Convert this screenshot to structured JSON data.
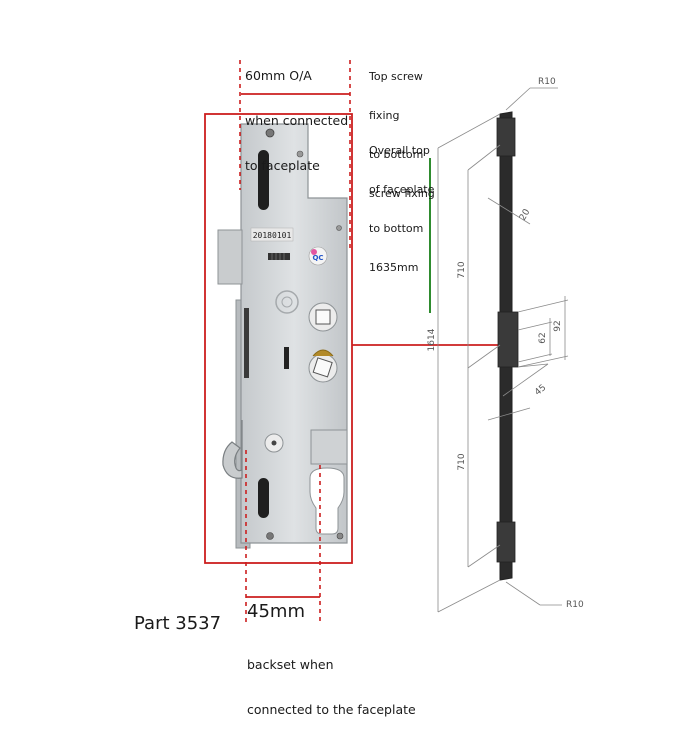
{
  "annotations": {
    "overall_width_line1": "60mm O/A",
    "overall_width_line2": "when connected",
    "overall_width_line3": "to faceplate",
    "screw_fixing_line1": "Top screw",
    "screw_fixing_line2": "fixing",
    "screw_fixing_line3": "to bottom",
    "screw_fixing_line4": "screw fixing",
    "overall_length_line1": "Overall top",
    "overall_length_line2": "of faceplate",
    "overall_length_line3": "to bottom",
    "overall_length_line4": "1635mm",
    "part_number": "Part 3537",
    "backset_value": "45mm",
    "backset_line1": "backset when",
    "backset_line2": "connected to the faceplate"
  },
  "lock_case": {
    "date_stamp": "20180101",
    "qc_badge": "QC"
  },
  "drawing": {
    "radius_top": "R10",
    "radius_bottom": "R10",
    "dim_overall": "1614",
    "dim_upper_span": "710",
    "dim_lower_span": "710",
    "dim_width": "20",
    "dim_92": "92",
    "dim_62": "62",
    "dim_45": "45"
  },
  "colors": {
    "annotation_red": "#cc1f1f",
    "annotation_green": "#2e8b2e",
    "drawing_grey": "#8a8a8a",
    "faceplate_dark": "#2b2b2b",
    "metal": "#d4d7d9"
  }
}
